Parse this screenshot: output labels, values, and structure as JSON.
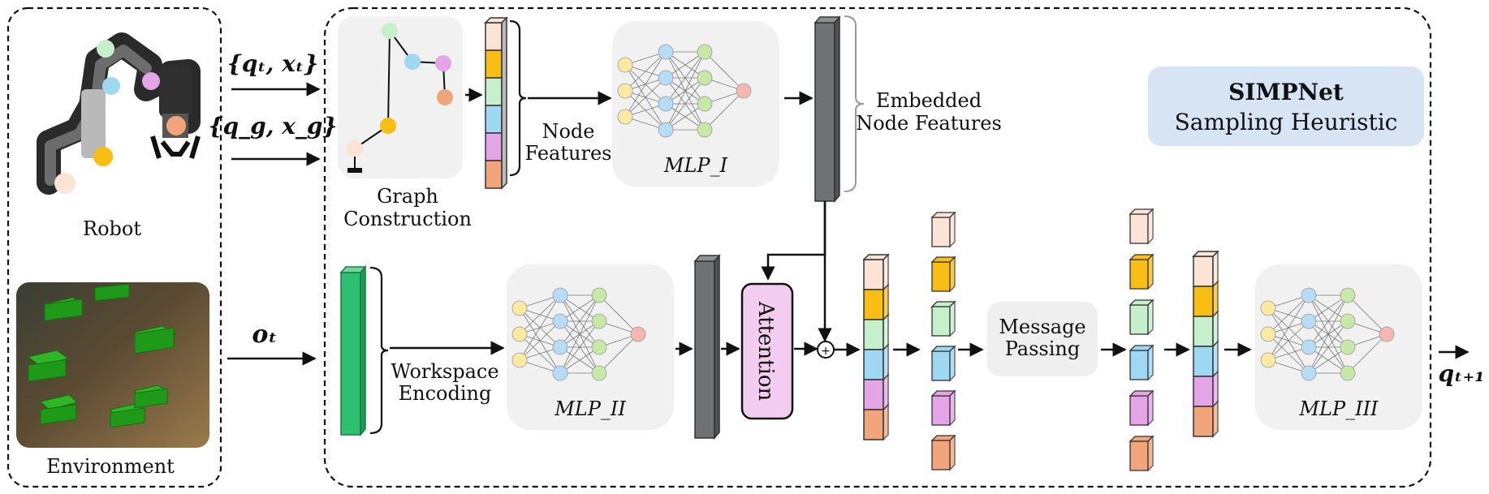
{
  "labels": {
    "robot": "Robot",
    "environment": "Environment",
    "graph_construction_1": "Graph",
    "graph_construction_2": "Construction",
    "node_features_1": "Node",
    "node_features_2": "Features",
    "embedded_1": "Embedded",
    "embedded_2": "Node Features",
    "workspace_1": "Workspace",
    "workspace_2": "Encoding",
    "attention": "Attention",
    "message_passing_1": "Message",
    "message_passing_2": "Passing",
    "title_1": "SIMPNet",
    "title_2": "Sampling Heuristic",
    "input_qt_xt": "{qₜ, xₜ}",
    "input_qg_xg": "{q_g, x_g}",
    "input_ot": "oₜ",
    "output": "qₜ₊₁",
    "mlp_1": "MLP_I",
    "mlp_2": "MLP_II",
    "mlp_3": "MLP_III"
  },
  "colors": {
    "node_peach": "#fbe3d6",
    "node_yellow": "#f9be14",
    "node_green": "#c6efcb",
    "node_blue": "#9ed8f3",
    "node_pink": "#e4a5e6",
    "node_orange": "#f2a57a",
    "workspace_green": "#2fbf71",
    "embedding_gray": "#6f7173",
    "attention_fill": "#f2cdf0",
    "title_bg": "#d6e4f4",
    "panel_gray": "#f1f1f1"
  }
}
